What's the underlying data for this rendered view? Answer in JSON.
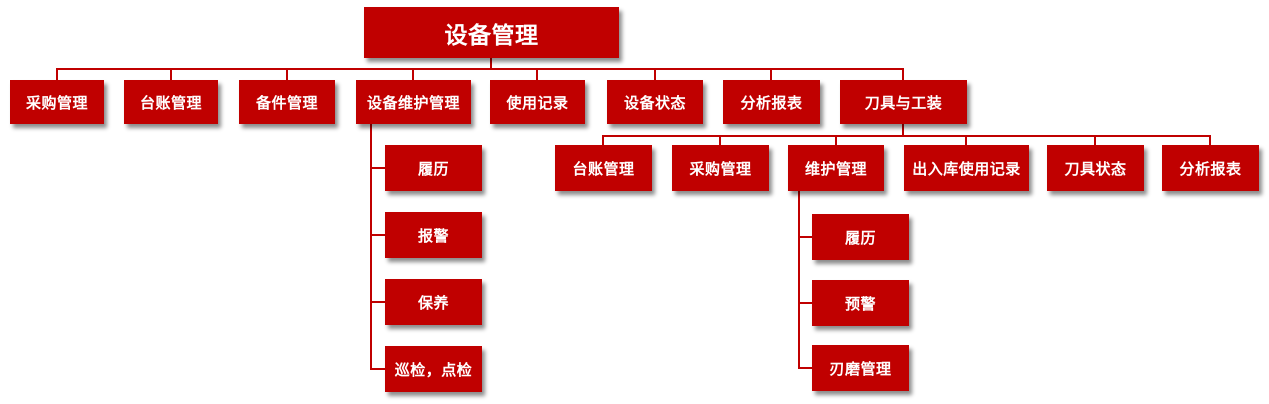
{
  "root": {
    "label": "设备管理"
  },
  "level1": [
    {
      "label": "采购管理"
    },
    {
      "label": "台账管理"
    },
    {
      "label": "备件管理"
    },
    {
      "label": "设备维护管理"
    },
    {
      "label": "使用记录"
    },
    {
      "label": "设备状态"
    },
    {
      "label": "分析报表"
    },
    {
      "label": "刀具与工装"
    }
  ],
  "maintenance_children": [
    {
      "label": "履历"
    },
    {
      "label": "报警"
    },
    {
      "label": "保养"
    },
    {
      "label": "巡检，点检"
    }
  ],
  "tooling_children": [
    {
      "label": "台账管理"
    },
    {
      "label": "采购管理"
    },
    {
      "label": "维护管理"
    },
    {
      "label": "出入库使用记录"
    },
    {
      "label": "刀具状态"
    },
    {
      "label": "分析报表"
    }
  ],
  "tooling_maintenance_children": [
    {
      "label": "履历"
    },
    {
      "label": "预警"
    },
    {
      "label": "刃磨管理"
    }
  ],
  "colors": {
    "node_fill": "#c00000",
    "connector": "#c00000",
    "text": "#ffffff"
  }
}
